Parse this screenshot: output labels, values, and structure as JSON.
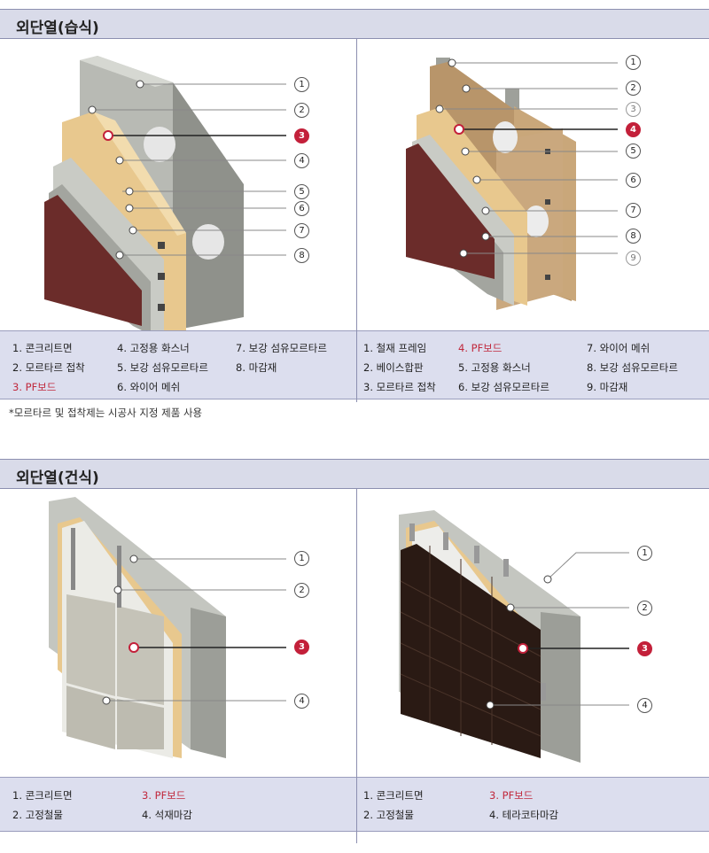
{
  "section1": {
    "title": "외단열(습식)",
    "left": {
      "markers": [
        "1",
        "2",
        "3",
        "4",
        "5",
        "6",
        "7",
        "8"
      ],
      "highlight": "3",
      "legend": [
        "1. 콘크리트면",
        "2. 모르타르 접착",
        "3. PF보드",
        "4. 고정용 화스너",
        "5. 보강 섬유모르타르",
        "6. 와이어 메쉬",
        "7. 보강 섬유모르타르",
        "8. 마감재"
      ]
    },
    "right": {
      "markers": [
        "1",
        "2",
        "3",
        "4",
        "5",
        "6",
        "7",
        "8",
        "9"
      ],
      "highlight": "4",
      "legend": [
        "1. 철재 프레임",
        "2. 베이스합판",
        "3. 모르타르 접착",
        "4. PF보드",
        "5. 고정용 화스너",
        "6. 보강 섬유모르타르",
        "7. 와이어 메쉬",
        "8. 보강 섬유모르타르",
        "9. 마감재"
      ]
    },
    "note": "*모르타르 및 접착제는 시공사 지정 제품 사용"
  },
  "section2": {
    "title": "외단열(건식)",
    "left": {
      "markers": [
        "1",
        "2",
        "3",
        "4"
      ],
      "highlight": "3",
      "legend": [
        "1. 콘크리트면",
        "2. 고정철물",
        "3. PF보드",
        "4. 석재마감"
      ]
    },
    "right": {
      "markers": [
        "1",
        "2",
        "3",
        "4"
      ],
      "highlight": "3",
      "legend": [
        "1. 콘크리트면",
        "2. 고정철물",
        "3. PF보드",
        "4. 테라코타마감"
      ]
    }
  },
  "colors": {
    "accent": "#c3203a",
    "header_bg": "#d9dbe9",
    "legend_bg": "#dcdeee",
    "board": "#e8c88e",
    "brick": "#6b2c2a"
  }
}
